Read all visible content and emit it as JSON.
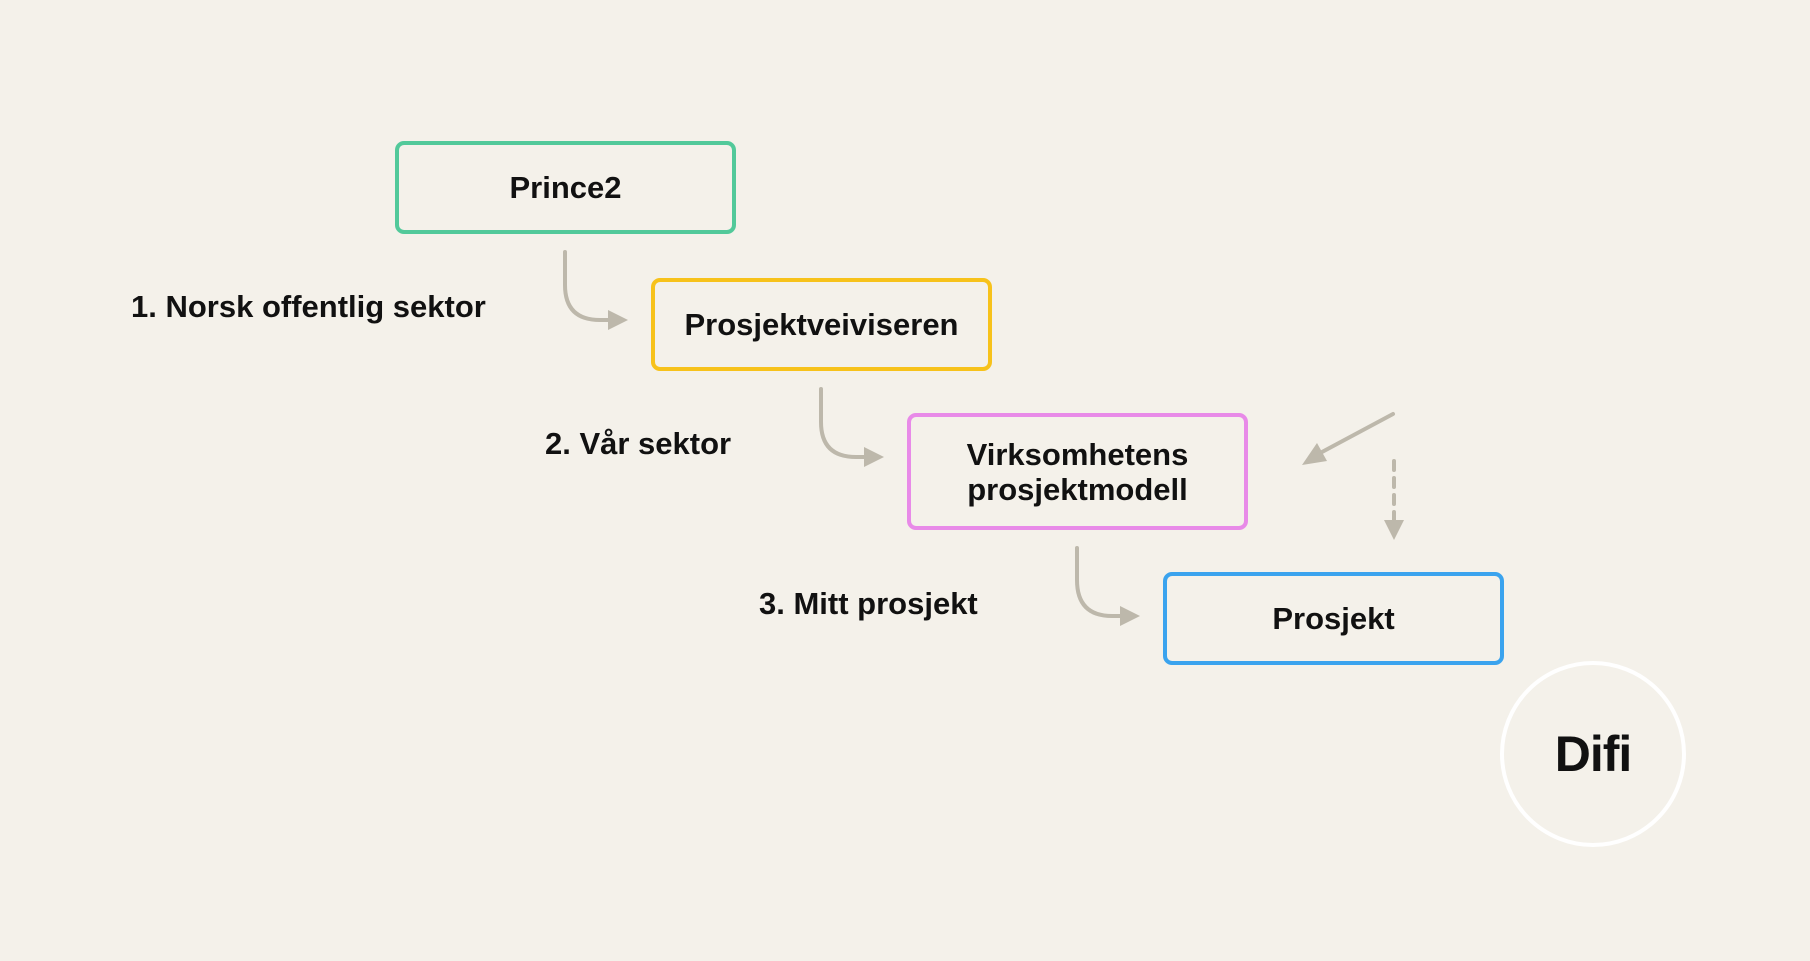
{
  "boxes": {
    "prince2": {
      "label": "Prince2",
      "color": "#52c99a"
    },
    "prosjektveiviseren": {
      "label": "Prosjektveiviseren",
      "color": "#f7c21b"
    },
    "virksomhetens": {
      "label": "Virksomhetens\nprosjektmodell",
      "color": "#e88ae8"
    },
    "prosjekt": {
      "label": "Prosjekt",
      "color": "#3aa3ee"
    }
  },
  "steps": {
    "step1": "1. Norsk offentlig sektor",
    "step2": "2. Vår sektor",
    "step3": "3. Mitt prosjekt"
  },
  "logo": {
    "text": "Difi",
    "border_color": "#ffffff"
  },
  "colors": {
    "background": "#f4f1ea",
    "connector": "#bdb8ab",
    "text": "#111111"
  }
}
